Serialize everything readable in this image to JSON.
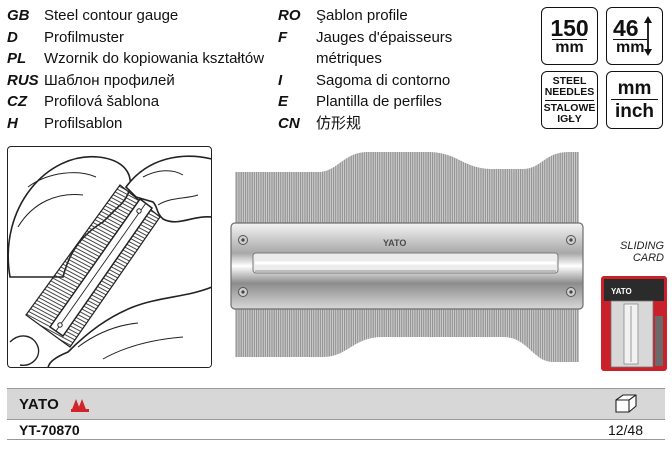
{
  "languages_left": [
    {
      "code": "GB",
      "text": "Steel contour gauge"
    },
    {
      "code": "D",
      "text": "Profilmuster"
    },
    {
      "code": "PL",
      "text": "Wzornik do kopiowania kształtów"
    },
    {
      "code": "RUS",
      "text": "Шаблон профилей"
    },
    {
      "code": "CZ",
      "text": "Profilová šablona"
    },
    {
      "code": "H",
      "text": "Profilsablon"
    }
  ],
  "languages_right": [
    {
      "code": "RO",
      "text": "Şablon profile"
    },
    {
      "code": "F",
      "text": "Jauges d'épaisseurs"
    },
    {
      "code": "",
      "text": "métriques"
    },
    {
      "code": "I",
      "text": "Sagoma di contorno"
    },
    {
      "code": "E",
      "text": "Plantilla de perfiles"
    },
    {
      "code": "CN",
      "text": "仿形规"
    }
  ],
  "specs": {
    "length_value": "150",
    "length_unit": "mm",
    "depth_value": "46",
    "depth_unit": "mm",
    "needles_line1": "STEEL",
    "needles_line2": "NEEDLES",
    "needles_line3": "STALOWE",
    "needles_line4": "IGŁY",
    "unit_mm": "mm",
    "unit_inch": "inch"
  },
  "photo_brand": "YATO",
  "sliding_line1": "SLIDING",
  "sliding_line2": "CARD",
  "card_brand": "YATO",
  "footer": {
    "brand": "YATO",
    "product_code": "YT-70870",
    "quantity": "12/48"
  },
  "colors": {
    "brand_red": "#d2232a",
    "band_gray": "#d7d7d7"
  }
}
